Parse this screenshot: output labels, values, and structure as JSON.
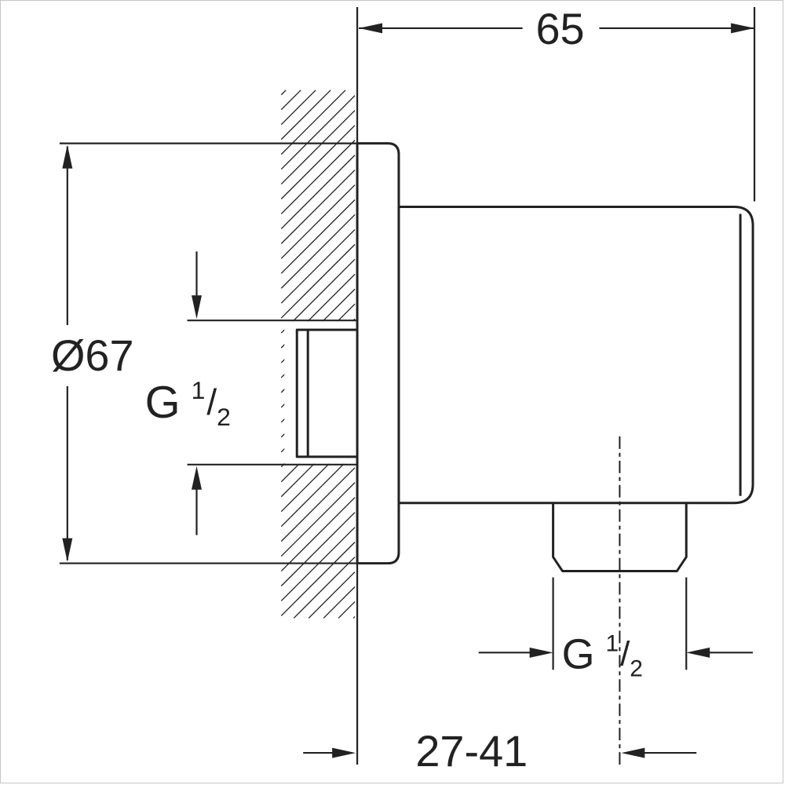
{
  "labels": {
    "width": "65",
    "diameter": "Ø67",
    "depth_range": "27-41",
    "inlet_thread": {
      "g": "G",
      "num": "1",
      "slash": "/",
      "den": "2"
    },
    "outlet_thread": {
      "g": "G",
      "num": "1",
      "slash": "/",
      "den": "2"
    }
  },
  "colors": {
    "line": "#222222",
    "background": "#ffffff"
  }
}
